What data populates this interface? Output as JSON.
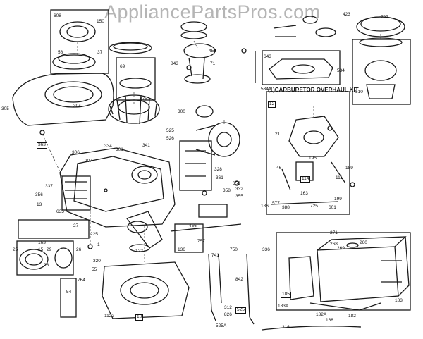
{
  "watermark": "AppliancePartsPros.com",
  "kit_title": "(1)CARBURETOR OVERHAUL KIT",
  "labels": [
    "608",
    "150",
    "58",
    "37",
    "304",
    "305",
    "363",
    "71",
    "454",
    "843",
    "69",
    "475",
    "341",
    "525",
    "526",
    "300",
    "334",
    "306",
    "207",
    "301",
    "328",
    "361",
    "352",
    "358",
    "332",
    "355",
    "356",
    "337",
    "13",
    "635",
    "15",
    "163",
    "29",
    "26",
    "27",
    "225",
    "1",
    "122",
    "136",
    "456",
    "750",
    "741",
    "757",
    "764",
    "1122",
    "18",
    "320",
    "55",
    "54",
    "28",
    "25",
    "423",
    "727",
    "643",
    "534",
    "534A",
    "510",
    "12",
    "21",
    "46",
    "114",
    "195",
    "189",
    "111",
    "163",
    "199",
    "388",
    "725",
    "601",
    "186",
    "577",
    "268",
    "260",
    "271",
    "269",
    "185",
    "183",
    "183A",
    "182A",
    "182",
    "168",
    "216",
    "826",
    "525A",
    "525",
    "312",
    "336",
    "842"
  ],
  "label_boxes": [
    "363",
    "12",
    "21",
    "46",
    "114",
    "199",
    "183",
    "185",
    "183A",
    "750",
    "526",
    "525",
    "18",
    "510",
    "268"
  ]
}
